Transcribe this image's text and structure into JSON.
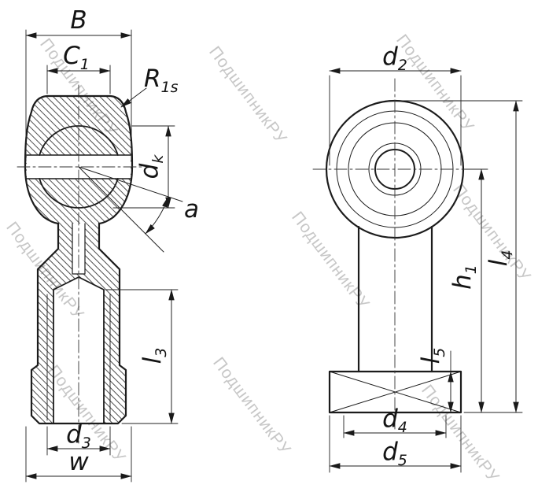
{
  "watermark": {
    "text": "ПодшипникРУ",
    "color": "#c7c7c7"
  },
  "labels": {
    "B": {
      "main": "B",
      "sub": ""
    },
    "C1": {
      "main": "C",
      "sub": "1"
    },
    "R1s": {
      "main": "R",
      "sub": "1s"
    },
    "dk": {
      "main": "d",
      "sub": "k"
    },
    "a": {
      "main": "a",
      "sub": ""
    },
    "l3": {
      "main": "l",
      "sub": "3"
    },
    "d3": {
      "main": "d",
      "sub": "3"
    },
    "w": {
      "main": "w",
      "sub": ""
    },
    "d2": {
      "main": "d",
      "sub": "2"
    },
    "h1": {
      "main": "h",
      "sub": "1"
    },
    "l4": {
      "main": "l",
      "sub": "4"
    },
    "l5": {
      "main": "l",
      "sub": "5"
    },
    "d4": {
      "main": "d",
      "sub": "4"
    },
    "d5": {
      "main": "d",
      "sub": "5"
    }
  }
}
